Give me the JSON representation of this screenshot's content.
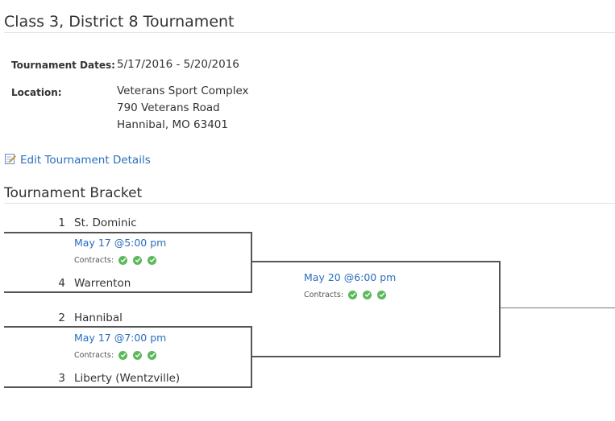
{
  "page": {
    "title": "Class 3, District 8 Tournament"
  },
  "details": {
    "dates_label": "Tournament Dates:",
    "dates_value": "5/17/2016 - 5/20/2016",
    "location_label": "Location:",
    "location_line1": "Veterans Sport Complex",
    "location_line2": "790 Veterans Road",
    "location_line3": "Hannibal, MO 63401"
  },
  "edit_link": {
    "label": "Edit Tournament Details",
    "icon": "edit-icon"
  },
  "bracket": {
    "title": "Tournament Bracket",
    "contracts_label": "Contracts:",
    "check_icon": "check-circle-icon",
    "check_color": "#5cb85c",
    "link_color": "#2a6ebb",
    "game1": {
      "top_seed": "1",
      "top_team": "St. Dominic",
      "date_time": "May 17 @5:00 pm",
      "bottom_seed": "4",
      "bottom_team": "Warrenton"
    },
    "game2": {
      "top_seed": "2",
      "top_team": "Hannibal",
      "date_time": "May 17 @7:00 pm",
      "bottom_seed": "3",
      "bottom_team": "Liberty (Wentzville)"
    },
    "final": {
      "date_time": "May 20 @6:00 pm"
    }
  }
}
